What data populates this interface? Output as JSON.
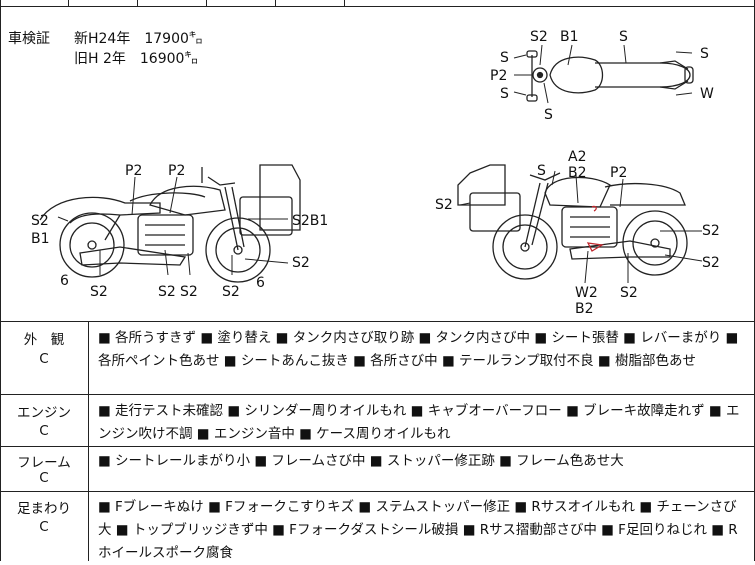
{
  "certificate": {
    "label": "車検証",
    "new_line": "新H24年　17900㌔",
    "old_line": "旧H 2年　16900㌔"
  },
  "diagrams": {
    "top_view": [
      "S2",
      "B1",
      "S",
      "S",
      "S",
      "P2",
      "S",
      "S",
      "W"
    ],
    "left_view": [
      "P2",
      "P2",
      "S2",
      "B1",
      "S2B1",
      "S2",
      "6",
      "S2",
      "S2",
      "S2",
      "S2",
      "6"
    ],
    "right_view": [
      "A2",
      "S",
      "B2",
      "P2",
      "S2",
      "S2",
      "S2",
      "W2",
      "B2",
      "S2"
    ]
  },
  "conditions": [
    {
      "label": "外　観",
      "grade": "C",
      "text": "■ 各所うすきず ■ 塗り替え ■ タンク内さび取り跡 ■ タンク内さび中 ■ シート張替 ■ レバーまがり ■ 各所ペイント色あせ ■ シートあんこ抜き ■ 各所さび中 ■ テールランプ取付不良 ■ 樹脂部色あせ"
    },
    {
      "label": "エンジン",
      "grade": "C",
      "text": "■ 走行テスト未確認 ■ シリンダー周りオイルもれ ■ キャブオーバーフロー ■ ブレーキ故障走れず ■ エンジン吹け不調 ■ エンジン音中 ■ ケース周りオイルもれ"
    },
    {
      "label": "フレーム",
      "grade": "C",
      "text": "■ シートレールまがり小 ■ フレームさび中 ■ ストッパー修正跡 ■ フレーム色あせ大"
    },
    {
      "label": "足まわり",
      "grade": "C",
      "text": "■ Fブレーキぬけ ■ Fフォークこすりキズ ■ ステムストッパー修正 ■ Rサスオイルもれ ■ チェーンさび大 ■ トップブリッジきず中 ■ Fフォークダストシール破損 ■ Rサス摺動部さび中 ■ F足回りねじれ ■ Rホイールスポーク腐食"
    }
  ]
}
